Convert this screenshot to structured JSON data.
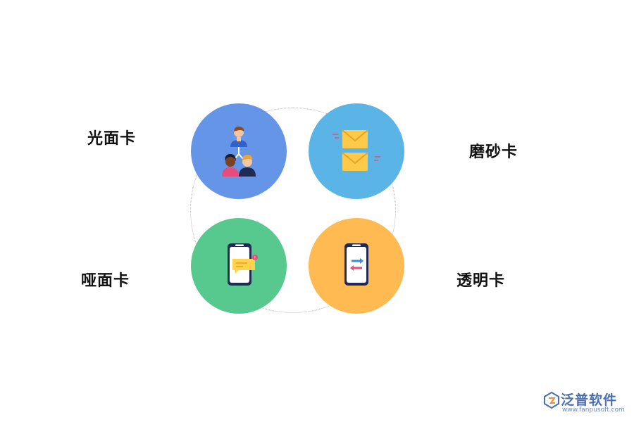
{
  "diagram": {
    "cards": [
      {
        "label": "光面卡",
        "color": "#6595e6",
        "icon": "team-network-icon"
      },
      {
        "label": "磨砂卡",
        "color": "#5ab5e6",
        "icon": "envelopes-icon"
      },
      {
        "label": "哑面卡",
        "color": "#57c98f",
        "icon": "phone-message-icon"
      },
      {
        "label": "透明卡",
        "color": "#ffba52",
        "icon": "phone-transfer-icon"
      }
    ]
  },
  "watermark": {
    "brand": "泛普软件",
    "url": "www.fanpusoft.com",
    "icon": "fanpu-logo-icon"
  }
}
